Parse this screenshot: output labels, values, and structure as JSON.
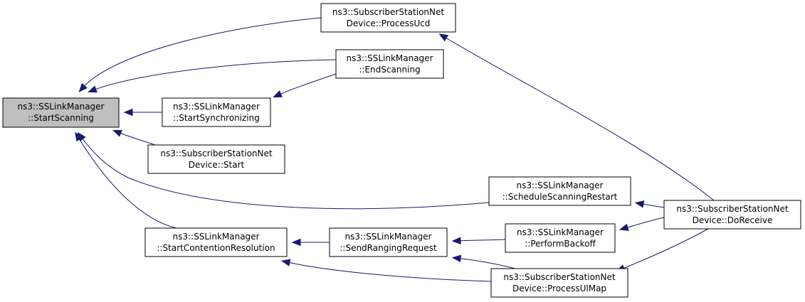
{
  "diagram": {
    "nodes": [
      {
        "id": "start_scanning",
        "line1": "ns3::SSLinkManager",
        "line2": "::StartScanning",
        "highlighted": true
      },
      {
        "id": "process_ucd",
        "line1": "ns3::SubscriberStationNet",
        "line2": "Device::ProcessUcd"
      },
      {
        "id": "end_scanning",
        "line1": "ns3::SSLinkManager",
        "line2": "::EndScanning"
      },
      {
        "id": "start_synchronizing",
        "line1": "ns3::SSLinkManager",
        "line2": "::StartSynchronizing"
      },
      {
        "id": "device_start",
        "line1": "ns3::SubscriberStationNet",
        "line2": "Device::Start"
      },
      {
        "id": "schedule_scanning_restart",
        "line1": "ns3::SSLinkManager",
        "line2": "::ScheduleScanningRestart"
      },
      {
        "id": "do_receive",
        "line1": "ns3::SubscriberStationNet",
        "line2": "Device::DoReceive"
      },
      {
        "id": "start_contention_resolution",
        "line1": "ns3::SSLinkManager",
        "line2": "::StartContentionResolution"
      },
      {
        "id": "send_ranging_request",
        "line1": "ns3::SSLinkManager",
        "line2": "::SendRangingRequest"
      },
      {
        "id": "perform_backoff",
        "line1": "ns3::SSLinkManager",
        "line2": "::PerformBackoff"
      },
      {
        "id": "process_ul_map",
        "line1": "ns3::SubscriberStationNet",
        "line2": "Device::ProcessUlMap"
      }
    ],
    "edges": [
      {
        "from": "process_ucd",
        "to": "start_scanning"
      },
      {
        "from": "end_scanning",
        "to": "start_scanning"
      },
      {
        "from": "start_synchronizing",
        "to": "start_scanning"
      },
      {
        "from": "device_start",
        "to": "start_scanning"
      },
      {
        "from": "schedule_scanning_restart",
        "to": "start_scanning"
      },
      {
        "from": "start_contention_resolution",
        "to": "start_scanning"
      },
      {
        "from": "end_scanning",
        "to": "start_synchronizing"
      },
      {
        "from": "do_receive",
        "to": "process_ucd"
      },
      {
        "from": "do_receive",
        "to": "schedule_scanning_restart"
      },
      {
        "from": "perform_backoff",
        "to": "do_receive"
      },
      {
        "from": "do_receive",
        "to": "process_ul_map"
      },
      {
        "from": "send_ranging_request",
        "to": "start_contention_resolution"
      },
      {
        "from": "process_ul_map",
        "to": "start_contention_resolution"
      },
      {
        "from": "perform_backoff",
        "to": "send_ranging_request"
      },
      {
        "from": "process_ul_map",
        "to": "send_ranging_request"
      }
    ],
    "colors": {
      "edge": "#191970",
      "highlight_fill": "#bfbfbf",
      "node_fill": "#ffffff",
      "border": "#000000"
    }
  }
}
